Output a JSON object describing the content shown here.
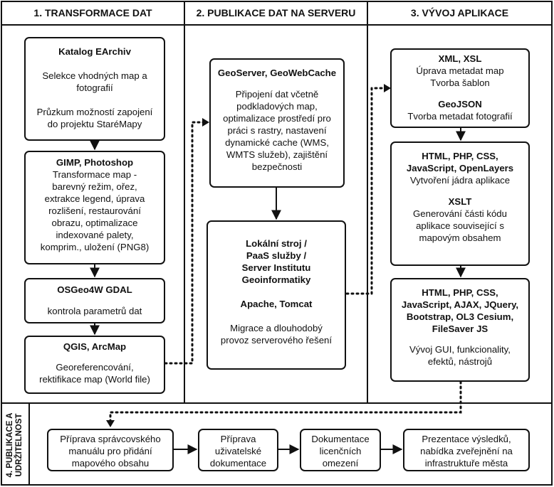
{
  "columns": {
    "c1": "1. TRANSFORMACE DAT",
    "c2": "2. PUBLIKACE DAT NA SERVERU",
    "c3": "3. VÝVOJ APLIKACE",
    "c4_line1": "4. PUBLIKACE A",
    "c4_line2": "UDRŽITELNOST"
  },
  "col1": {
    "katalog": {
      "title": "Katalog EArchiv",
      "l1": "Selekce vhodných map a",
      "l2": "fotografií",
      "l3": "Průzkum možností zapojení",
      "l4": "do projektu StaréMapy"
    },
    "gimp": {
      "title": "GIMP, Photoshop",
      "l1": "Transformace map -",
      "l2": "barevný režim, ořez,",
      "l3": "extrakce legend, úprava",
      "l4": "rozlišení, restaurování",
      "l5": "obrazu, optimalizace",
      "l6": "indexované palety,",
      "l7": "komprim., uložení (PNG8)"
    },
    "osgeo": {
      "title": "OSGeo4W GDAL",
      "l1": "kontrola parametrů dat"
    },
    "qgis": {
      "title": "QGIS, ArcMap",
      "l1": "Georeferencování,",
      "l2": "rektifikace map (World file)"
    }
  },
  "col2": {
    "geoserver": {
      "title": "GeoServer, GeoWebCache",
      "l1": "Připojení dat včetně",
      "l2": "podkladových map,",
      "l3": "optimalizace prostředí pro",
      "l4": "práci s rastry, nastavení",
      "l5": "dynamické cache (WMS,",
      "l6": "WMTS služeb), zajištění",
      "l7": "bezpečnosti"
    },
    "server": {
      "t1": "Lokální stroj /",
      "t2": "PaaS služby /",
      "t3": "Server Institutu",
      "t4": "Geoinformatiky",
      "t5": "Apache, Tomcat",
      "l1": "Migrace a dlouhodobý",
      "l2": "provoz serverového řešení"
    }
  },
  "col3": {
    "xml": {
      "t1": "XML, XSL",
      "l1": "Úprava metadat map",
      "l2": "Tvorba šablon",
      "t2": "GeoJSON",
      "l3": "Tvorba metadat fotografií"
    },
    "html1": {
      "t1": "HTML, PHP, CSS,",
      "t2": "JavaScript, OpenLayers",
      "l1": "Vytvoření jádra aplikace",
      "t3": "XSLT",
      "l2": "Generování části kódu",
      "l3": "aplikace související s",
      "l4": "mapovým obsahem"
    },
    "html2": {
      "t1": "HTML, PHP, CSS,",
      "t2": "JavaScript, AJAX, JQuery,",
      "t3": "Bootstrap, OL3 Cesium,",
      "t4": "FileSaver JS",
      "l1": "Vývoj GUI, funkcionality,",
      "l2": "efektů, nástrojů"
    }
  },
  "row4": {
    "b1": {
      "l1": "Příprava správcovského",
      "l2": "manuálu pro přidání",
      "l3": "mapového obsahu"
    },
    "b2": {
      "l1": "Příprava",
      "l2": "uživatelské",
      "l3": "dokumentace"
    },
    "b3": {
      "l1": "Dokumentace",
      "l2": "licenčních",
      "l3": "omezení"
    },
    "b4": {
      "l1": "Prezentace výsledků,",
      "l2": "nabídka zveřejnění na",
      "l3": "infrastruktuře města"
    }
  }
}
